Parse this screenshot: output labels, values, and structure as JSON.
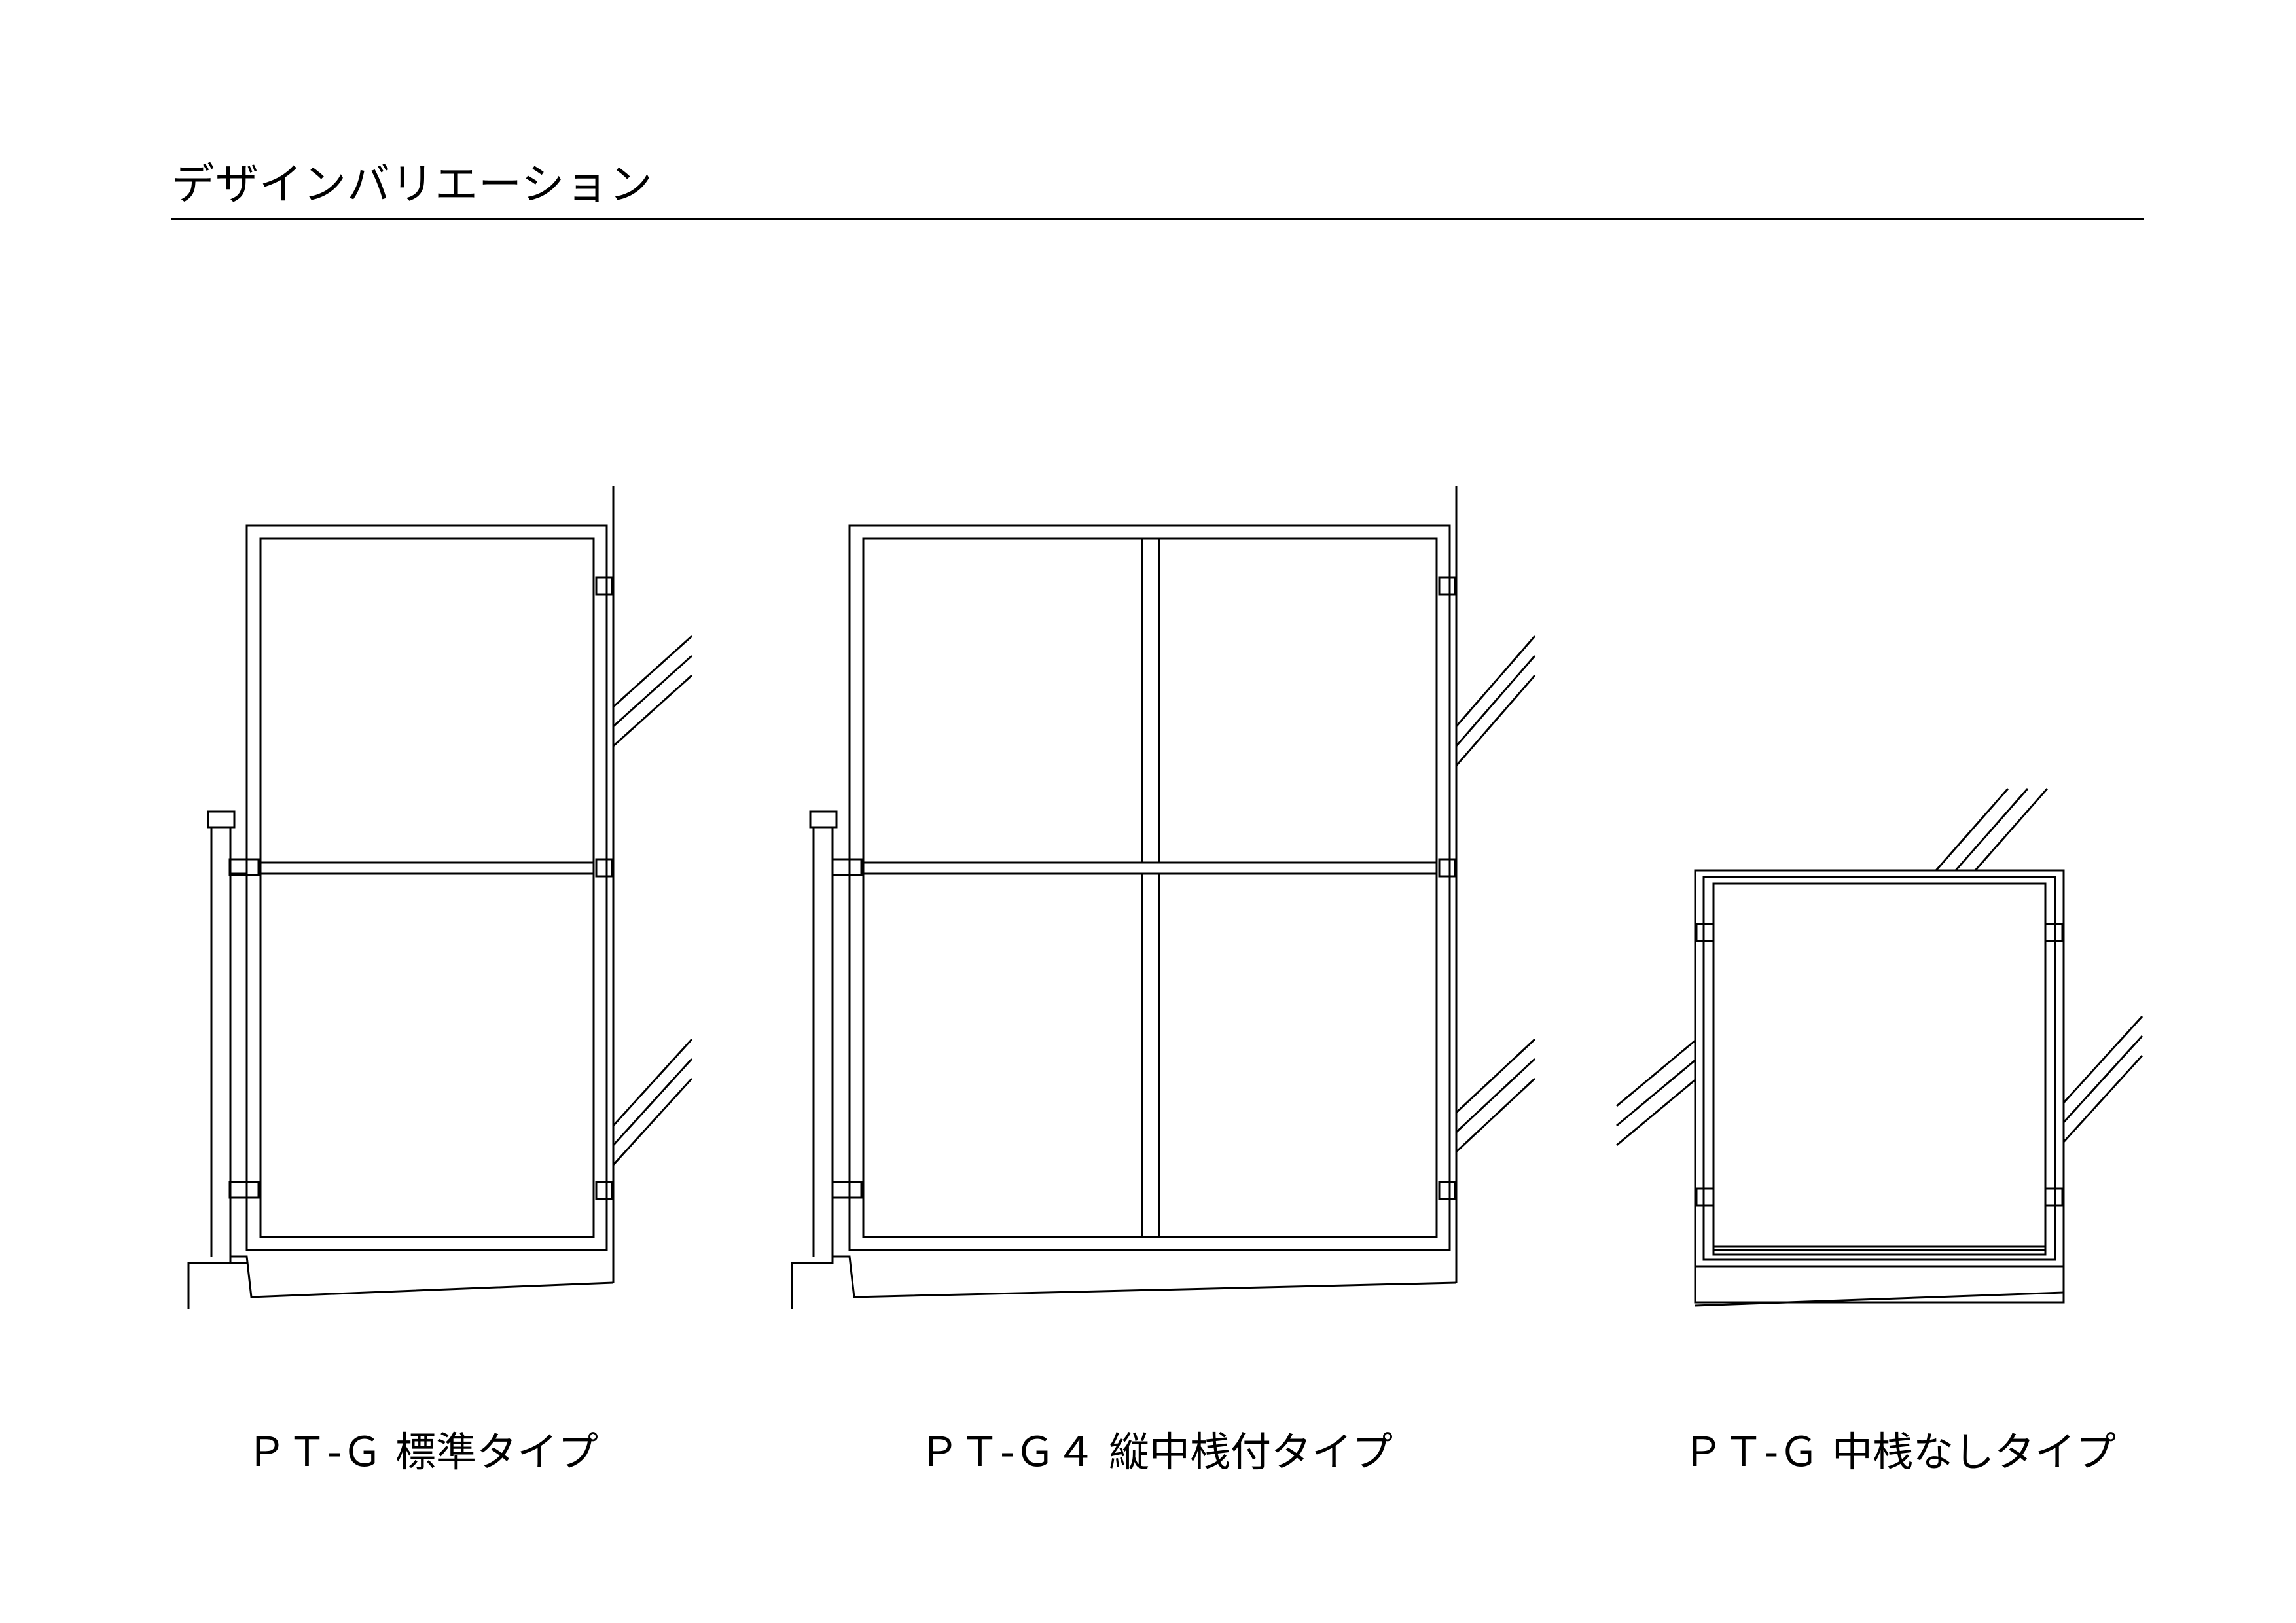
{
  "header": {
    "title": "デザインバリエーション"
  },
  "variants": [
    {
      "label": "ＰＴ-Ｇ 標準タイプ"
    },
    {
      "label": "ＰＴ-Ｇ４ 縦中桟付タイプ"
    },
    {
      "label": "ＰＴ-Ｇ 中桟なしタイプ"
    }
  ]
}
